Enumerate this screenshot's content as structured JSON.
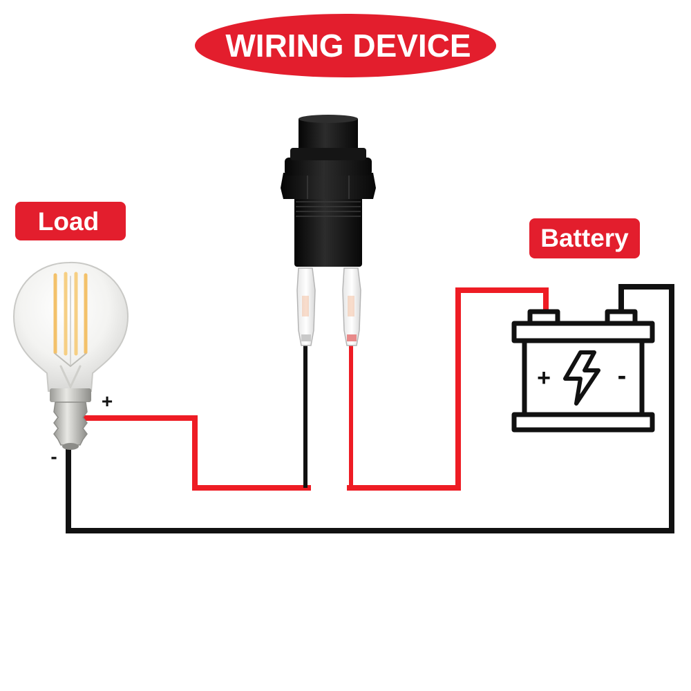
{
  "title": "WIRING DEVICE",
  "labels": {
    "load": "Load",
    "battery": "Battery"
  },
  "polarity": {
    "load_plus": "+",
    "load_minus": "-",
    "battery_plus": "+",
    "battery_minus": "-"
  },
  "colors": {
    "accent_red": "#e31e2d",
    "wire_red": "#ee1c24",
    "wire_black": "#111111",
    "label_text": "#ffffff",
    "switch_body": "#1a1a1a",
    "bulb_filament": "#f3c16a"
  },
  "icons": {
    "load": "light-bulb-icon",
    "switch": "push-button-switch-icon",
    "battery": "battery-icon",
    "battery_symbol": "lightning-bolt-icon"
  }
}
